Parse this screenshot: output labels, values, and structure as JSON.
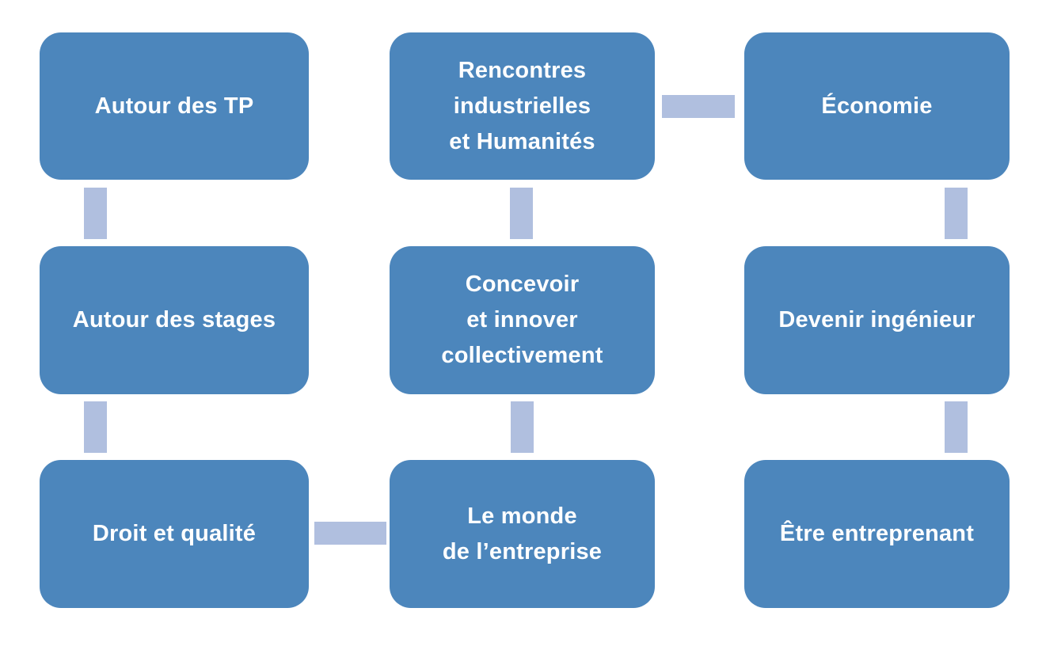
{
  "diagram": {
    "type": "process-grid",
    "background_color": "#ffffff",
    "node_fill_color": "#4c86bc",
    "connector_fill_color": "#b0bfdf",
    "node_text_color": "#ffffff",
    "nodes": [
      {
        "id": "autour-des-tp",
        "label": "Autour des TP",
        "row": 1,
        "col": 1
      },
      {
        "id": "rencontres-industrielles",
        "label": "Rencontres\nindustrielles\net Humanités",
        "row": 1,
        "col": 2
      },
      {
        "id": "economie",
        "label": "Économie",
        "row": 1,
        "col": 3
      },
      {
        "id": "autour-des-stages",
        "label": "Autour des stages",
        "row": 2,
        "col": 1
      },
      {
        "id": "concevoir-innover",
        "label": "Concevoir\net innover\ncollectivement",
        "row": 2,
        "col": 2
      },
      {
        "id": "devenir-ingenieur",
        "label": "Devenir ingénieur",
        "row": 2,
        "col": 3
      },
      {
        "id": "droit-et-qualite",
        "label": "Droit et qualité",
        "row": 3,
        "col": 1
      },
      {
        "id": "le-monde-entreprise",
        "label": "Le monde\nde l’entreprise",
        "row": 3,
        "col": 2
      },
      {
        "id": "etre-entreprenant",
        "label": "Être entreprenant",
        "row": 3,
        "col": 3
      }
    ],
    "connectors": [
      {
        "from": "autour-des-tp",
        "to": "autour-des-stages",
        "orientation": "vertical"
      },
      {
        "from": "autour-des-stages",
        "to": "droit-et-qualite",
        "orientation": "vertical"
      },
      {
        "from": "droit-et-qualite",
        "to": "le-monde-entreprise",
        "orientation": "horizontal"
      },
      {
        "from": "le-monde-entreprise",
        "to": "concevoir-innover",
        "orientation": "vertical"
      },
      {
        "from": "concevoir-innover",
        "to": "rencontres-industrielles",
        "orientation": "vertical"
      },
      {
        "from": "rencontres-industrielles",
        "to": "economie",
        "orientation": "horizontal"
      },
      {
        "from": "economie",
        "to": "devenir-ingenieur",
        "orientation": "vertical"
      },
      {
        "from": "devenir-ingenieur",
        "to": "etre-entreprenant",
        "orientation": "vertical"
      }
    ]
  }
}
